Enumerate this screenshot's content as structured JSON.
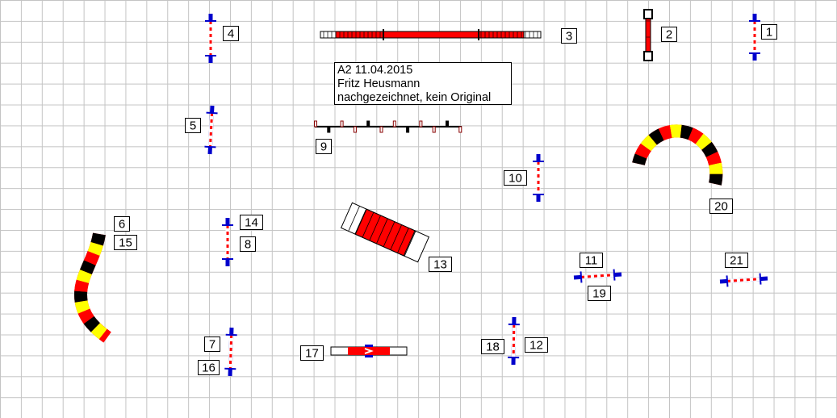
{
  "course": {
    "note": {
      "line1": "A2 11.04.2015",
      "line2": "Fritz Heusmann",
      "line3": "nachgezeichnet, kein Original"
    },
    "labels": {
      "n1": "1",
      "n2": "2",
      "n3": "3",
      "n4": "4",
      "n5": "5",
      "n6": "6",
      "n7": "7",
      "n8": "8",
      "n9": "9",
      "n10": "10",
      "n11": "11",
      "n12": "12",
      "n13": "13",
      "n14": "14",
      "n15": "15",
      "n16": "16",
      "n17": "17",
      "n18": "18",
      "n19": "19",
      "n20": "20",
      "n21": "21"
    },
    "colors": {
      "red": "#ff0000",
      "blue": "#0000cc",
      "yellow": "#ffff00",
      "black": "#000000",
      "grid": "#c4c4c4"
    }
  }
}
